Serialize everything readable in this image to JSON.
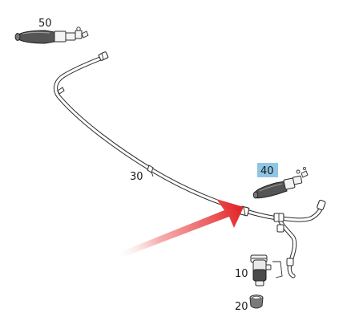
{
  "callouts": {
    "c50": "50",
    "c40": "40",
    "c30": "30",
    "c10": "10",
    "c20": "20"
  },
  "colors": {
    "highlight_box": "#8fc6e3",
    "arrow_red": "#e2262a",
    "line_dark": "#2c2c2c"
  }
}
